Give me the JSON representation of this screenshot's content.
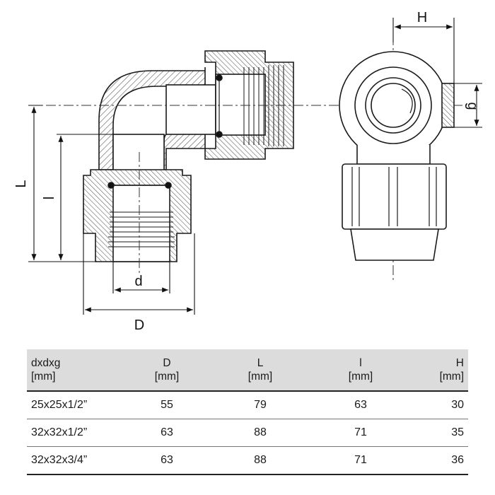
{
  "drawing": {
    "labels": {
      "H": "H",
      "g": "g",
      "L": "L",
      "l": "l",
      "d": "d",
      "D": "D"
    }
  },
  "table": {
    "headers": [
      {
        "name": "dxdxg",
        "unit": "[mm]"
      },
      {
        "name": "D",
        "unit": "[mm]"
      },
      {
        "name": "L",
        "unit": "[mm]"
      },
      {
        "name": "l",
        "unit": "[mm]"
      },
      {
        "name": "H",
        "unit": "[mm]"
      }
    ],
    "rows": [
      [
        "25x25x1/2”",
        "55",
        "79",
        "63",
        "30"
      ],
      [
        "32x32x1/2”",
        "63",
        "88",
        "71",
        "35"
      ],
      [
        "32x32x3/4”",
        "63",
        "88",
        "71",
        "36"
      ]
    ]
  },
  "colors": {
    "line": "#1a1a1a",
    "hatch": "#555555",
    "header_bg": "#dcdcdc"
  }
}
